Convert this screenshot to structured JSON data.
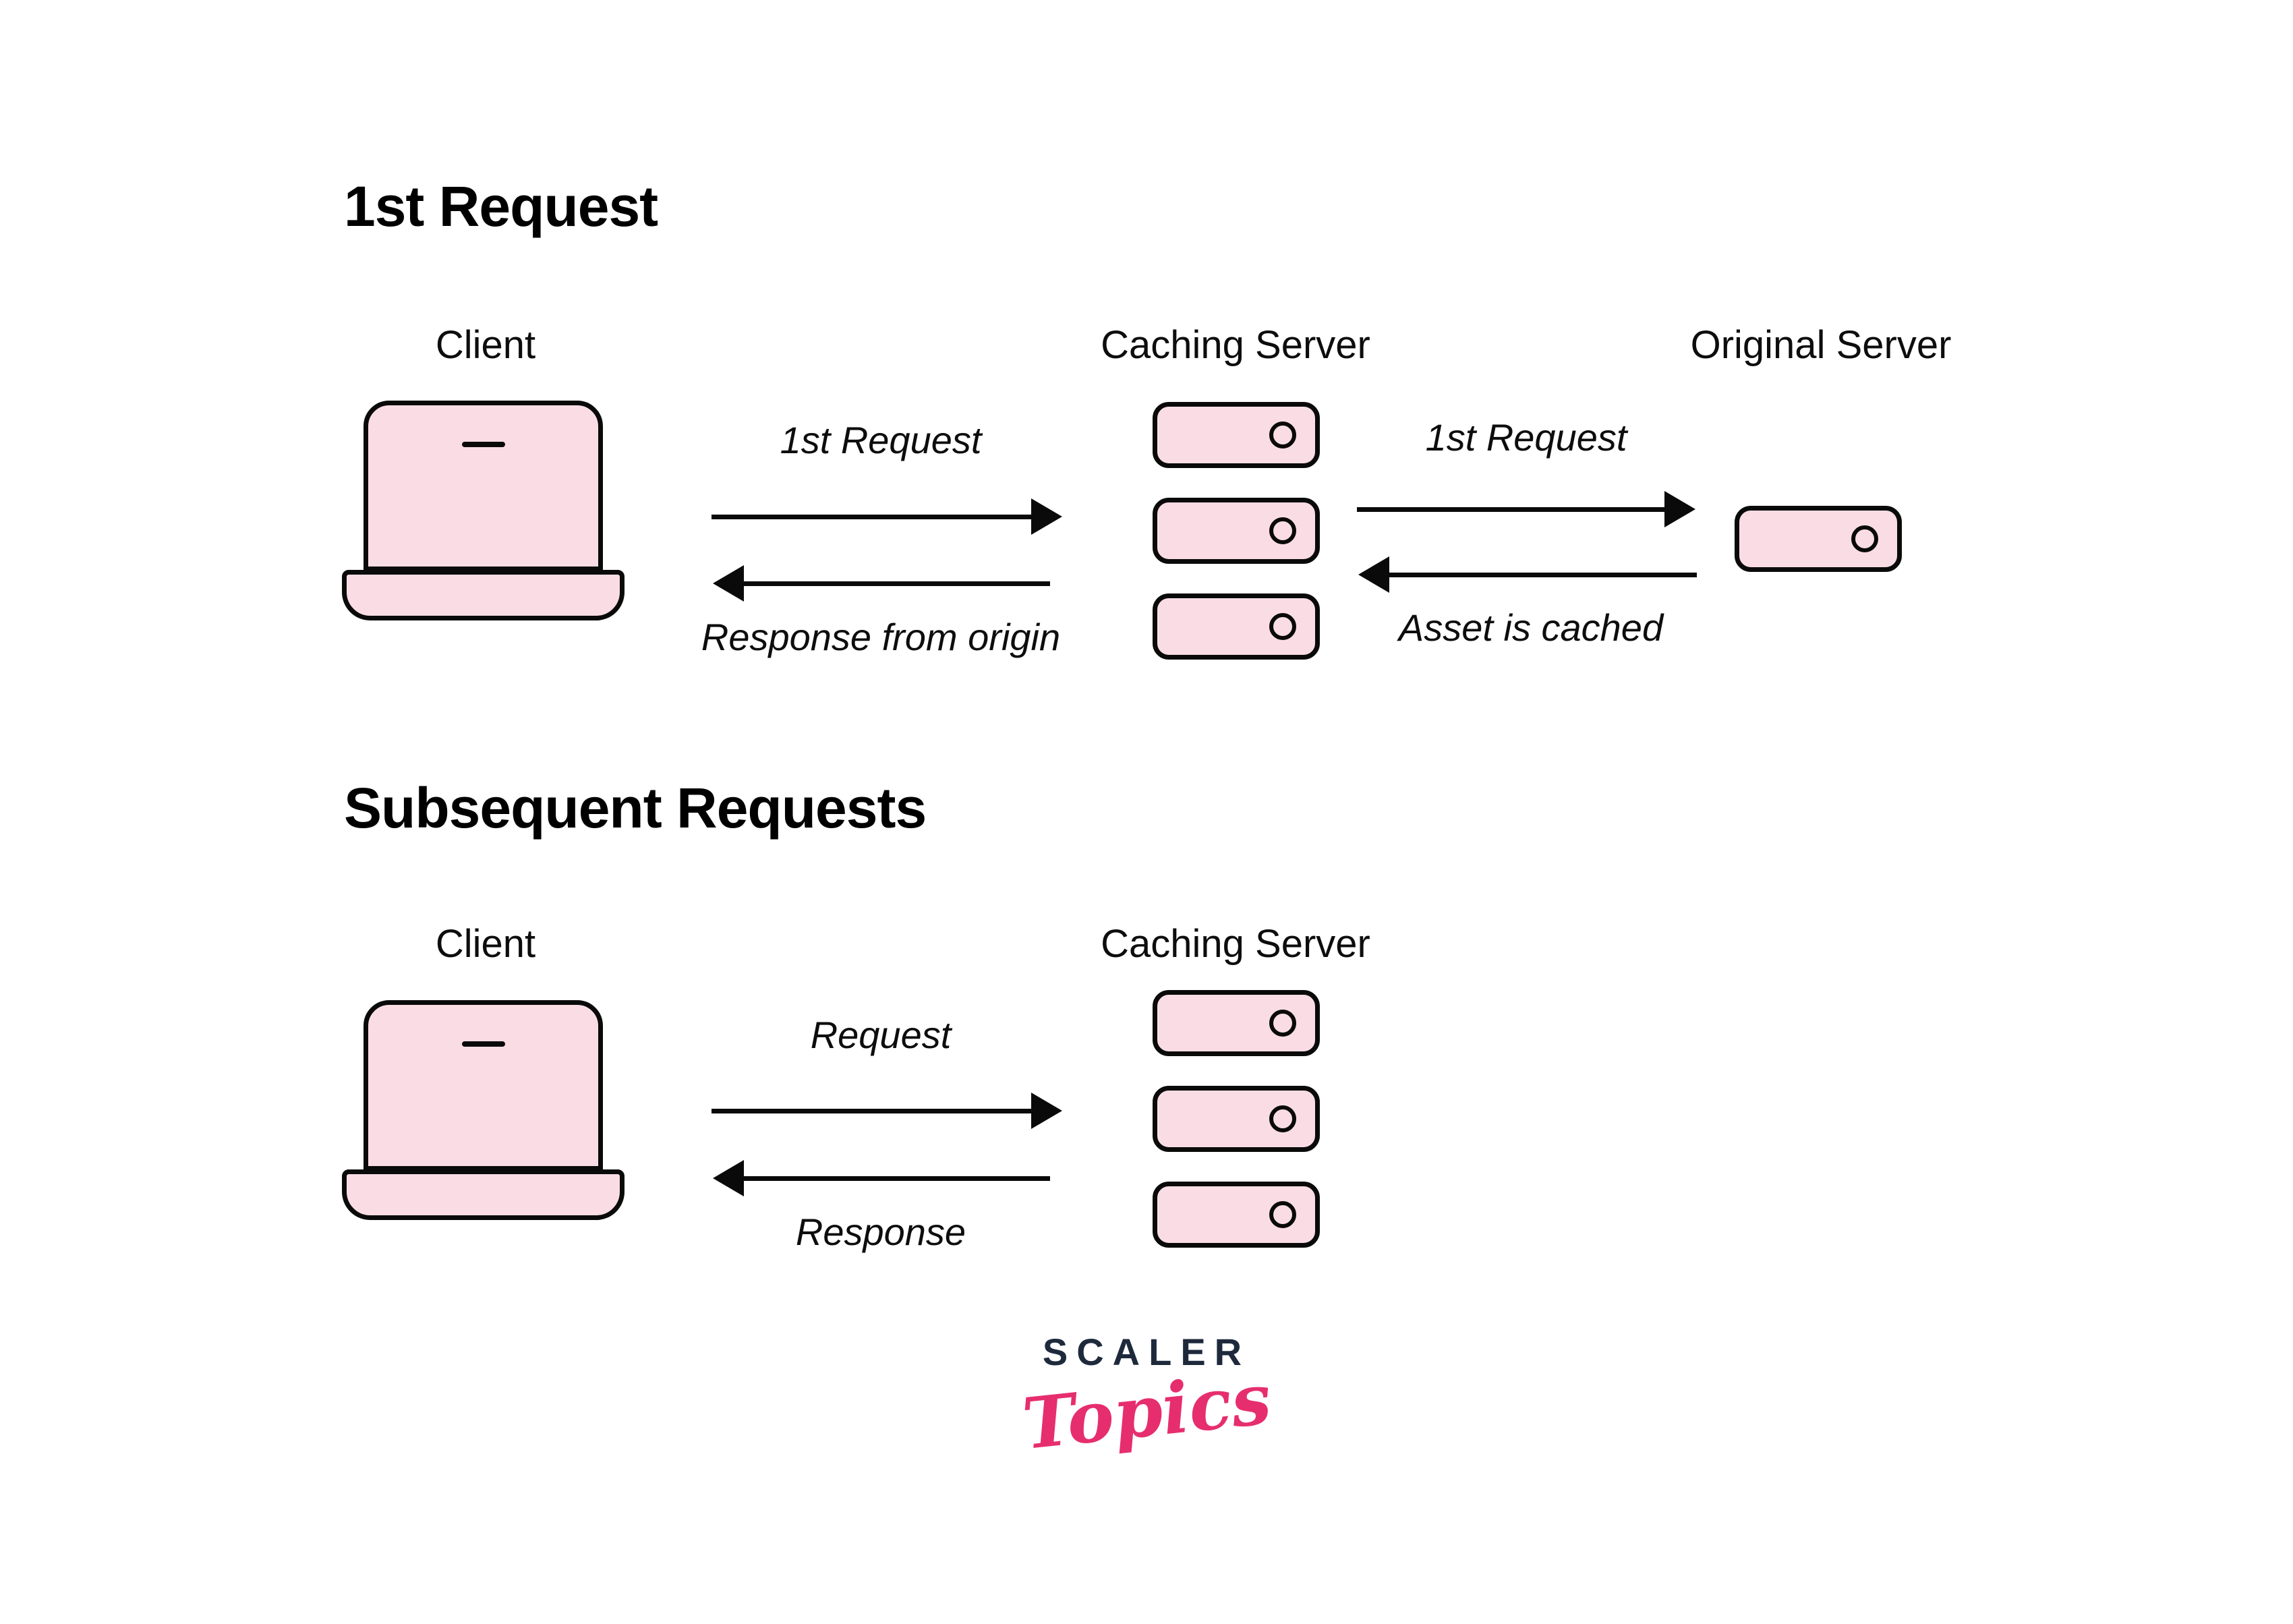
{
  "colors": {
    "background": "#ffffff",
    "shape_fill": "#FADDE4",
    "shape_stroke": "#0a0a0a",
    "text": "#0d0d0d",
    "logo_navy": "#1E2A3C",
    "logo_pink": "#E62E6E"
  },
  "section_first": {
    "title": "1st Request",
    "client_label": "Client",
    "caching_server_label": "Caching Server",
    "original_server_label": "Original Server",
    "request_arrow_label": "1st Request",
    "response_arrow_label": "Response from origin",
    "origin_request_arrow_label": "1st Request",
    "origin_response_arrow_label": "Asset is cached"
  },
  "section_subsequent": {
    "title": "Subsequent Requests",
    "client_label": "Client",
    "caching_server_label": "Caching Server",
    "request_arrow_label": "Request",
    "response_arrow_label": "Response"
  },
  "logo": {
    "brand": "SCALER",
    "sub_brand": "Topics"
  }
}
